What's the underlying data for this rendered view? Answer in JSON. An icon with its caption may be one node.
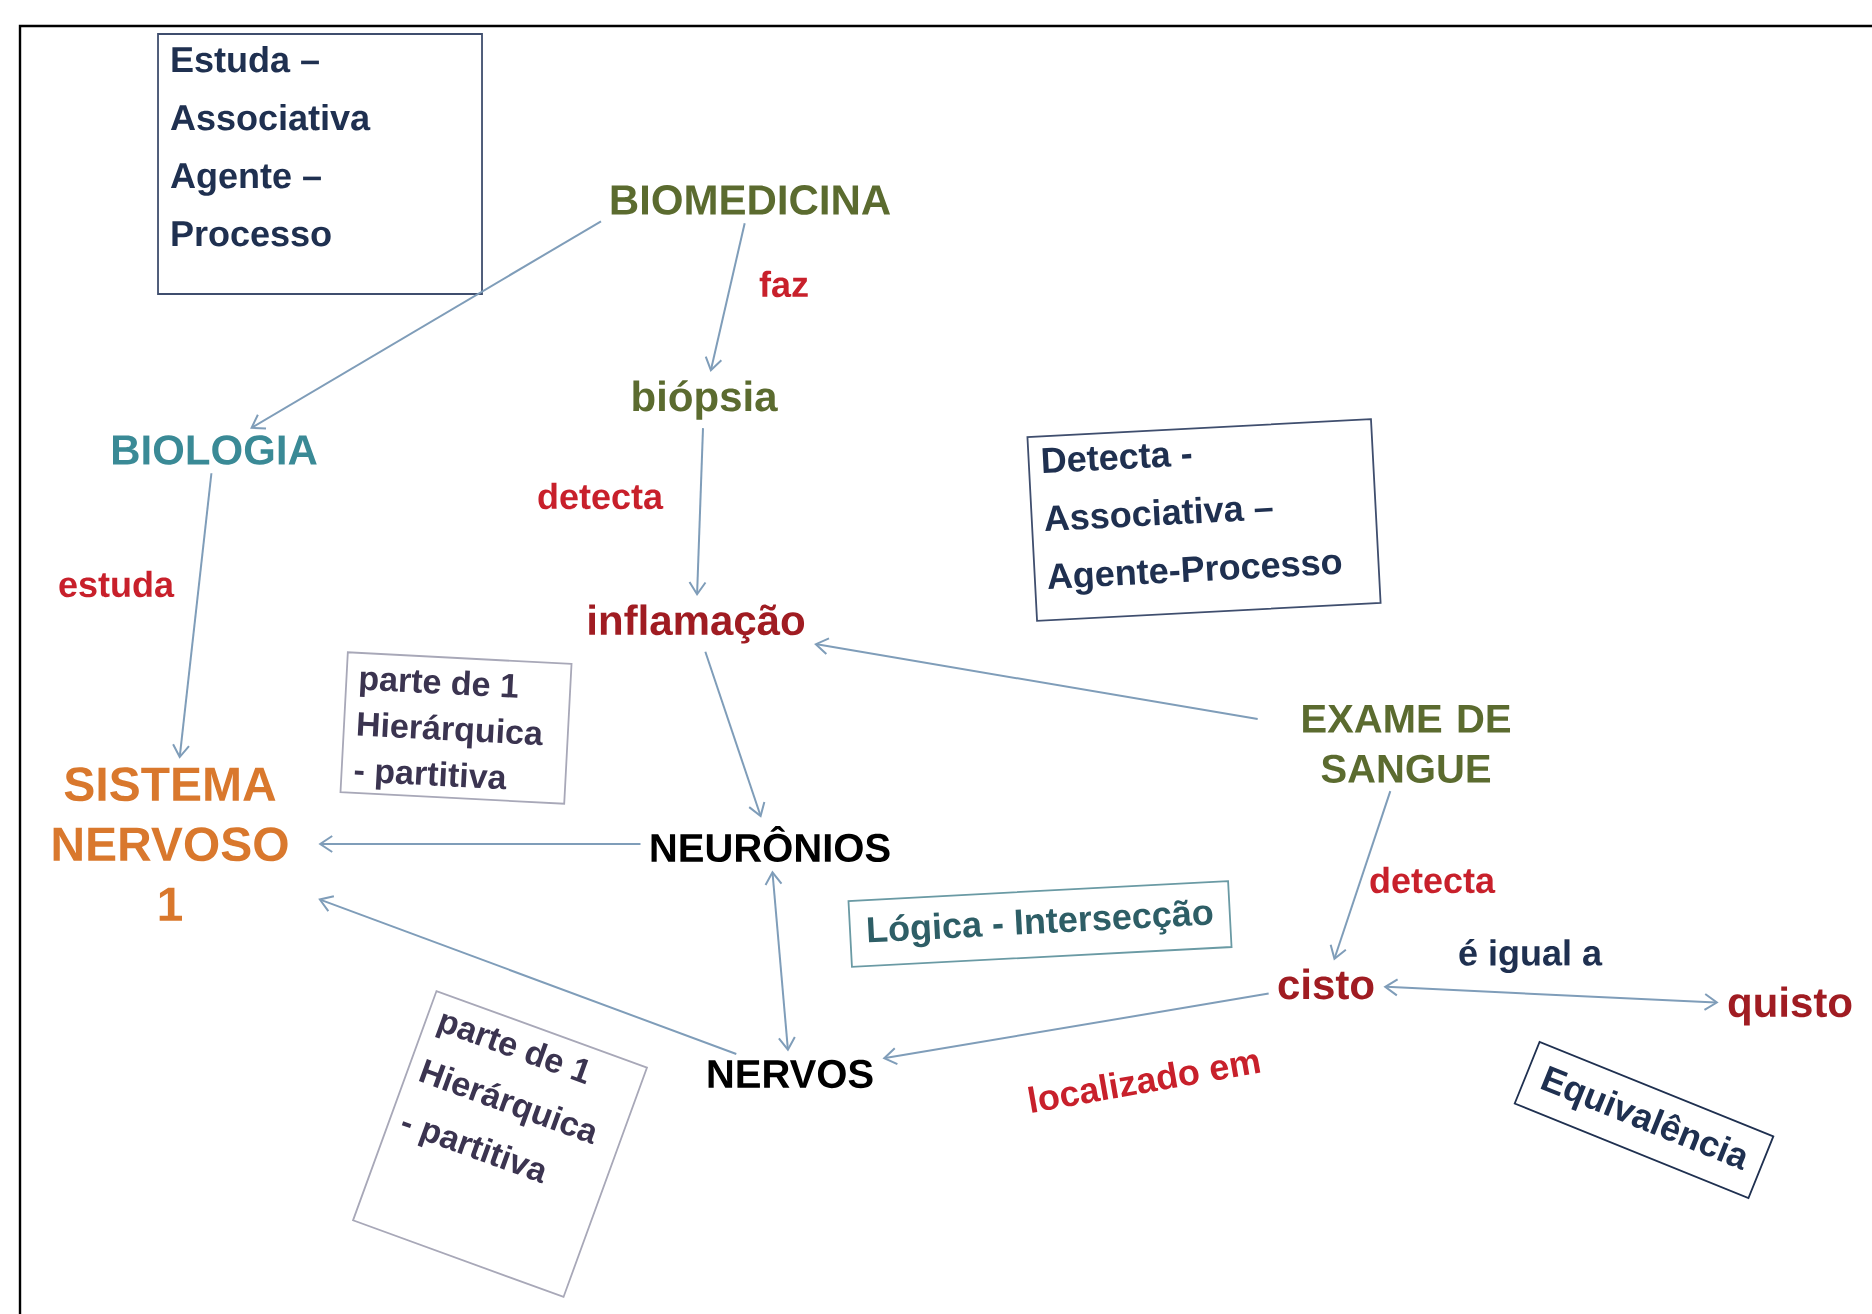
{
  "diagram": {
    "nodes": [
      {
        "text": [
          "Estuda – Associativa Agente – Processo"
        ]
      },
      {
        "text": [
          "BIOMEDICINA"
        ]
      },
      {
        "text": [
          "BIOLOGIA"
        ]
      },
      {
        "text": [
          "biópsia"
        ]
      },
      {
        "text": [
          "Detecta - Associativa – Agente-Processo"
        ]
      },
      {
        "text": [
          "inflamação"
        ]
      },
      {
        "text": [
          "parte de 1 Hierárquica - partitiva"
        ]
      },
      {
        "text": [
          "SISTEMA NERVOSO 1"
        ]
      },
      {
        "text": [
          "EXAME DE SANGUE"
        ]
      },
      {
        "text": [
          "NEURÔNIOS"
        ]
      },
      {
        "text": [
          "Lógica - Intersecção"
        ]
      },
      {
        "text": [
          "cisto"
        ]
      },
      {
        "text": [
          "quisto"
        ]
      },
      {
        "text": [
          "parte de 1 Hierárquica - partitiva"
        ]
      },
      {
        "text": [
          "NERVOS"
        ]
      },
      {
        "text": [
          "Equivalência"
        ]
      }
    ],
    "edges": [
      {
        "from": 1,
        "to": 2,
        "arrow": "to"
      },
      {
        "from": 1,
        "to": 3,
        "arrow": "to",
        "label": "faz"
      },
      {
        "from": 3,
        "to": 5,
        "arrow": "to",
        "label": "detecta"
      },
      {
        "from": 2,
        "to": 7,
        "arrow": "to",
        "label": "estuda"
      },
      {
        "from": 8,
        "to": 5,
        "arrow": "to"
      },
      {
        "from": 5,
        "to": 9,
        "arrow": "to"
      },
      {
        "from": 9,
        "to": 7,
        "arrow": "to"
      },
      {
        "from": 9,
        "to": 14,
        "arrow": "both"
      },
      {
        "from": 14,
        "to": 7,
        "arrow": "to"
      },
      {
        "from": 8,
        "to": 11,
        "arrow": "to",
        "label": "detecta"
      },
      {
        "from": 11,
        "to": 14,
        "arrow": "to",
        "label": "localizado em"
      },
      {
        "from": 11,
        "to": 12,
        "arrow": "both",
        "label": "é igual a"
      }
    ]
  }
}
